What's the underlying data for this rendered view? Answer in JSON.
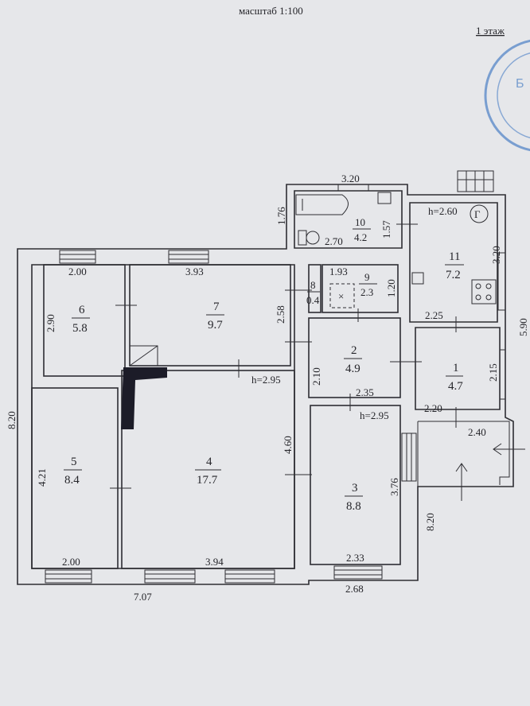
{
  "header": {
    "scale": "масштаб 1:100",
    "floor": "1 этаж"
  },
  "rooms": [
    {
      "num": "1",
      "area": "4.7"
    },
    {
      "num": "2",
      "area": "4.9"
    },
    {
      "num": "3",
      "area": "8.8"
    },
    {
      "num": "4",
      "area": "17.7"
    },
    {
      "num": "5",
      "area": "8.4"
    },
    {
      "num": "6",
      "area": "5.8"
    },
    {
      "num": "7",
      "area": "9.7"
    },
    {
      "num": "8",
      "area": "0.4"
    },
    {
      "num": "9",
      "area": "2.3"
    },
    {
      "num": "10",
      "area": "4.2"
    },
    {
      "num": "11",
      "area": "7.2"
    }
  ],
  "dims": {
    "d320top": "3.20",
    "d176": "1.76",
    "d270": "2.70",
    "d157": "1.57",
    "h260": "h=2.60",
    "gas": "Г",
    "d200top": "2.00",
    "d393": "3.93",
    "d290": "2.90",
    "d258": "2.58",
    "d193": "1.93",
    "d120": "1.20",
    "d320r": "3.20",
    "d590": "5.90",
    "d225": "2.25",
    "d215": "2.15",
    "d210": "2.10",
    "h295a": "h=2.95",
    "d235": "2.35",
    "h295b": "h=2.95",
    "d220": "2.20",
    "d240": "2.40",
    "d820": "8.20",
    "d460": "4.60",
    "d421": "4.21",
    "d376": "3.76",
    "d820r": "8.20",
    "d200bot": "2.00",
    "d394": "3.94",
    "d233": "2.33",
    "d707": "7.07",
    "d268": "2.68"
  },
  "colors": {
    "paper": "#e6e7ea",
    "ink": "#2e2e33",
    "stamp": "#4a7fc4"
  }
}
